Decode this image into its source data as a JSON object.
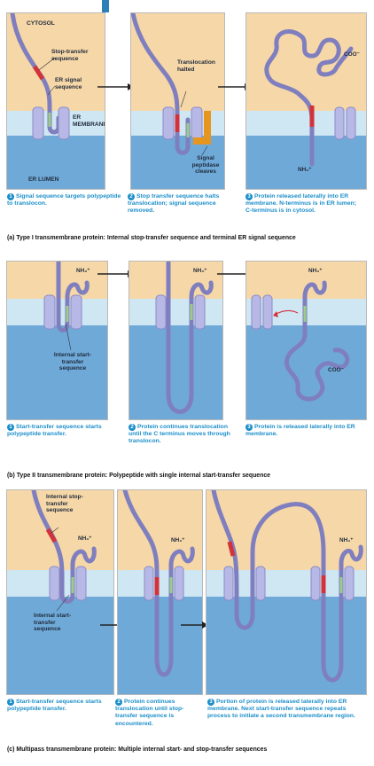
{
  "colors": {
    "cytosol": "#f6d7a8",
    "membrane": "#cfe6f3",
    "lumen": "#6fa9d8",
    "protein": "#7f7fbf",
    "stop_transfer": "#d2333b",
    "start_transfer": "#9ccc88",
    "peptidase": "#e6951e",
    "step_text": "#1b8ec9"
  },
  "chem": {
    "coo": "COO⁻",
    "nh3": "NH₃⁺"
  },
  "section_a": {
    "labels": {
      "cytosol": "CYTOSOL",
      "stop_transfer": "Stop-transfer sequence",
      "er_signal": "ER signal sequence",
      "er_membrane": "ER MEMBRANE",
      "er_lumen": "ER LUMEN",
      "translocation_halted": "Translocation halted",
      "signal_peptidase": "Signal peptidase cleaves"
    },
    "steps": [
      {
        "num": "1",
        "text": "Signal sequence targets polypeptide to translocon."
      },
      {
        "num": "2",
        "text": "Stop transfer sequence halts translocation; signal sequence removed."
      },
      {
        "num": "3",
        "text": "Protein released laterally into ER membrane. N-terminus is in ER lumen; C-terminus is in cytosol."
      }
    ],
    "caption": "(a) Type I transmembrane protein: Internal stop-transfer sequence and terminal ER signal sequence"
  },
  "section_b": {
    "labels": {
      "internal_start": "Internal start-transfer sequence"
    },
    "steps": [
      {
        "num": "1",
        "text": "Start-transfer sequence starts polypeptide transfer."
      },
      {
        "num": "2",
        "text": "Protein continues translocation until the C terminus moves through translocon."
      },
      {
        "num": "3",
        "text": "Protein is released laterally into ER membrane."
      }
    ],
    "caption": "(b) Type II transmembrane protein: Polypeptide with single internal start-transfer sequence"
  },
  "section_c": {
    "labels": {
      "internal_stop": "Internal stop-transfer sequence",
      "internal_start": "Internal start-transfer sequence"
    },
    "steps": [
      {
        "num": "1",
        "text": "Start-transfer sequence starts polypeptide transfer."
      },
      {
        "num": "2",
        "text": "Protein continues translocation until stop-transfer sequence is encountered."
      },
      {
        "num": "3",
        "text": "Portion of protein is released laterally into ER membrane. Next start-transfer sequence repeats process to initiate a second transmembrane region."
      }
    ],
    "caption": "(c) Multipass transmembrane protein: Multiple internal start- and stop-transfer sequences"
  }
}
